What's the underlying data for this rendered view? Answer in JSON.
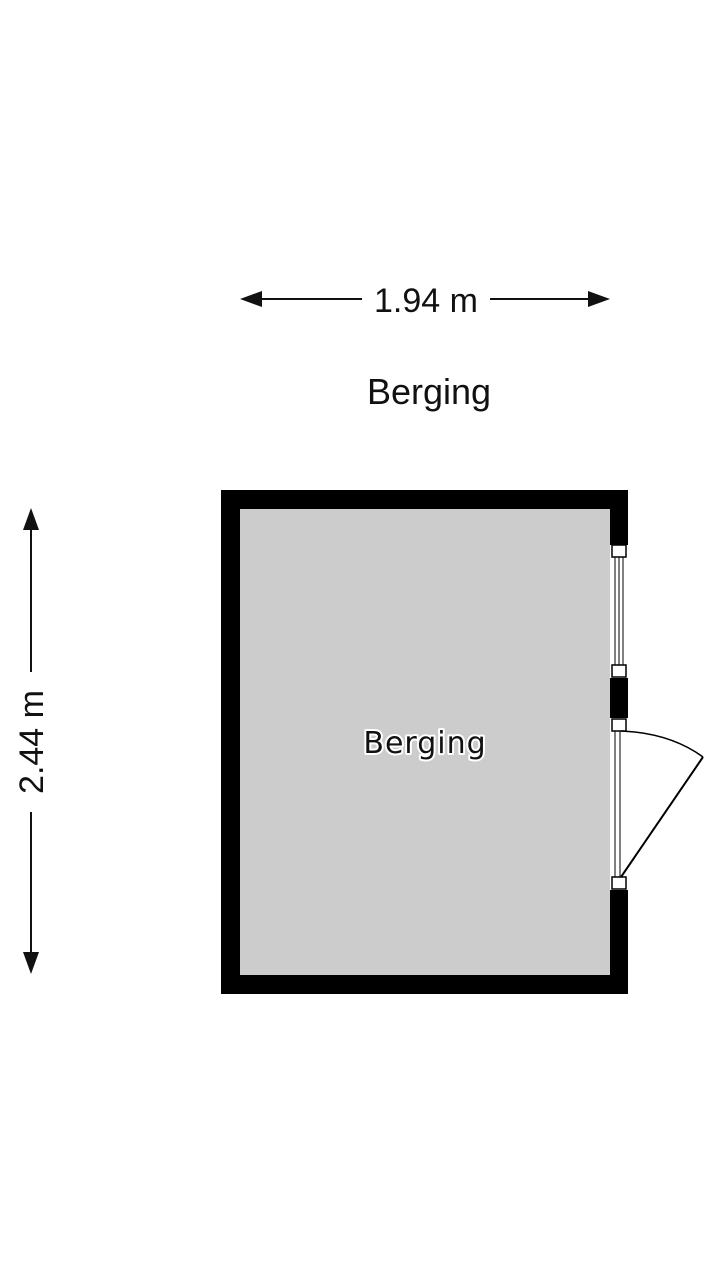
{
  "plan": {
    "title": "Berging",
    "room_label": "Berging",
    "width_label": "1.94 m",
    "height_label": "2.44 m"
  },
  "colors": {
    "wall": "#000000",
    "floor": "#cccccc",
    "background": "#ffffff",
    "text": "#111111"
  }
}
